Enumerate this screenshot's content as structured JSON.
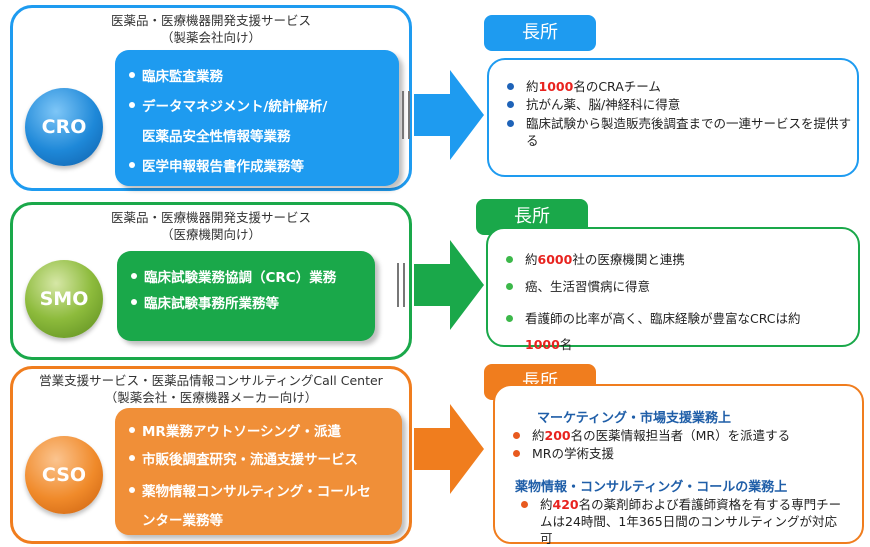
{
  "colors": {
    "cro": "#1e9bf0",
    "smo": "#1aa84a",
    "cso": "#f07d1e",
    "cro_highlight": "#e8231f",
    "subhead": "#1f5ea8"
  },
  "cro": {
    "title": "医薬品・医療機器開発支援サービス",
    "subtitle": "（製薬会社向け）",
    "label": "CRO",
    "services": [
      "臨床監査業務",
      "データマネジメント/統計解析/",
      "医薬品安全性情報等業務",
      "医学申報報告書作成業務等"
    ],
    "tag": "長所",
    "strengths": [
      {
        "pre": "約",
        "num": "1000",
        "post": "名のCRAチーム"
      },
      {
        "pre": "",
        "num": "",
        "post": "抗がん薬、脳/神経科に得意"
      },
      {
        "pre": "",
        "num": "",
        "post": "臨床試験から製造販売後調査までの一連サービスを提供する"
      }
    ]
  },
  "smo": {
    "title": "医薬品・医療機器開発支援サービス",
    "subtitle": "（医療機関向け）",
    "label": "SMO",
    "services": [
      "臨床試験業務協調（CRC）業務",
      "臨床試験事務所業務等"
    ],
    "tag": "長所",
    "strengths": [
      {
        "pre": "約",
        "num": "6000",
        "post": "社の医療機関と連携"
      },
      {
        "pre": "",
        "num": "",
        "post": "癌、生活習慣病に得意"
      },
      {
        "pre": "看護師の比率が高く、臨床経験が豊富なCRCは約",
        "num": "1000",
        "post": "名"
      }
    ]
  },
  "cso": {
    "title": "営業支援サービス・医薬品情報コンサルティングCall Center",
    "subtitle": "（製薬会社・医療機器メーカー向け）",
    "label": "CSO",
    "services": [
      "MR業務アウトソーシング・派遣",
      "市販後調査研究・流通支援サービス",
      "薬物情報コンサルティング・コールセ",
      "ンター業務等"
    ],
    "tag": "長所",
    "section1": "マーケティング・市場支援業務上",
    "strengths1": [
      {
        "pre": "約",
        "num": "200",
        "post": "名の医薬情報担当者（MR）を派遣する"
      },
      {
        "pre": "",
        "num": "",
        "post": "MRの学術支援"
      }
    ],
    "section2": "薬物情報・コンサルティング・コールの業務上",
    "strengths2": [
      {
        "pre": "約",
        "num": "420",
        "post": "名の薬剤師および看護師資格を有する専門チームは24時間、1年365日間のコンサルティングが対応可"
      }
    ]
  }
}
